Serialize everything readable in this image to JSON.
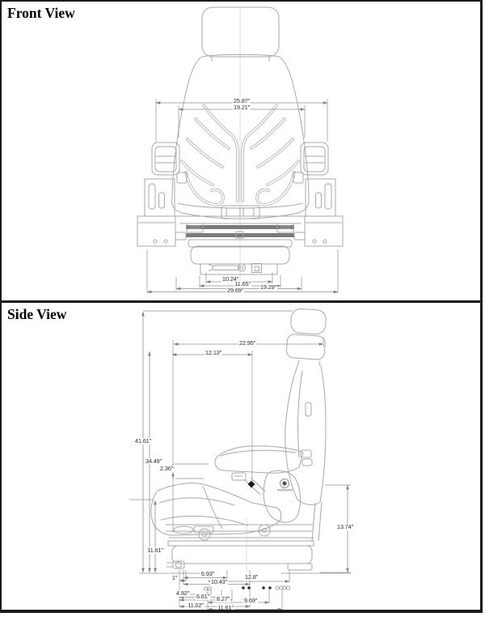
{
  "front_view": {
    "title": "Front View",
    "dims": {
      "armrest_outer_width": "25.87\"",
      "backrest_width": "19.21\"",
      "base_width_1": "10.24\"",
      "base_width_2": "11.65\"",
      "base_width_3": "19.29\"",
      "base_width_4": "29.69\""
    }
  },
  "side_view": {
    "title": "Side View",
    "dims": {
      "overall_depth": "22.95\"",
      "upper_depth": "12.13\"",
      "overall_height": "41.61\"",
      "backrest_height": "34.49\"",
      "armrest_pad": "2.36\"",
      "rear_height": "13.74\"",
      "cushion_height": "11.61\"",
      "mount_offset": "1\"",
      "mount_1": "6.93\"",
      "mount_2": "10.43\"",
      "mount_3": "12.8\"",
      "mount_4": "4.92\"",
      "mount_5": "6.61\"",
      "mount_6": "8.27\"",
      "mount_7": "9.69\"",
      "mount_8": "11.02\"",
      "mount_9": "11.61\""
    }
  }
}
